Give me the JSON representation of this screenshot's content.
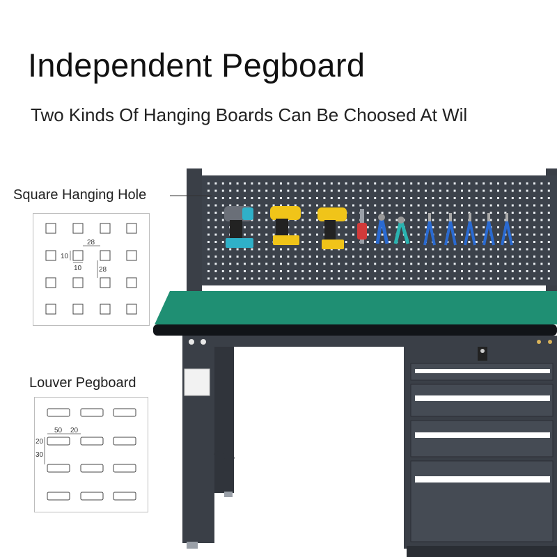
{
  "heading": {
    "title": "Independent Pegboard",
    "subtitle": "Two Kinds Of Hanging Boards Can Be Choosed At Wil"
  },
  "square_board": {
    "label": "Square Hanging Hole",
    "dim_spacing": "28",
    "dim_hole_height": "10",
    "dim_hole_width": "10",
    "dim_vertical_spacing": "28"
  },
  "louver_board": {
    "label": "Louver Pegboard",
    "dim_slot_width": "50",
    "dim_gap": "20",
    "dim_slot_height": "20",
    "dim_vertical_spacing": "30"
  },
  "colors": {
    "frame": "#3a3f47",
    "worktop": "#1f8f73",
    "worktop_edge": "#111418",
    "drawer_handle": "#ffffff"
  },
  "icons": [
    "drill-icon",
    "wrench-icon",
    "pliers-icon",
    "scissors-icon"
  ]
}
